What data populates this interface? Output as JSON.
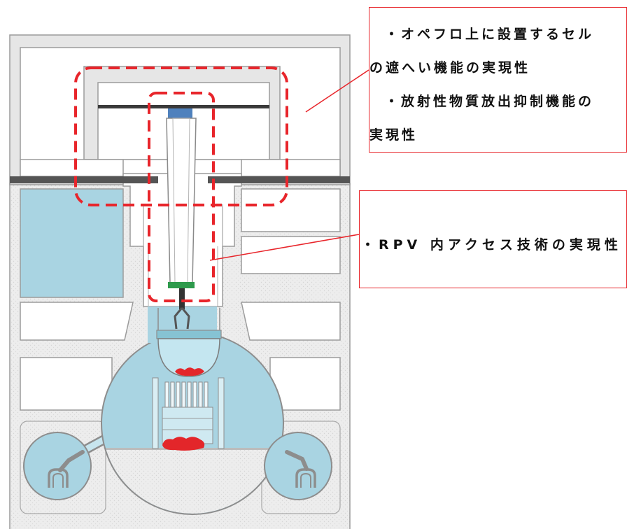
{
  "colors": {
    "highlight_red": "#e8252b",
    "water_blue": "#a9d4e2",
    "debris_red": "#e3262a",
    "mast_drive_blue": "#4f81bd",
    "end_effector_green": "#2e9a4c"
  },
  "callouts": [
    {
      "lines": [
        "・オペフロ上に設置するセル",
        "の遮へい機能の実現性",
        "・放射性物質放出抑制機能の",
        "実現性"
      ]
    },
    {
      "lines": [
        "・RPV 内アクセス技術の実現性"
      ]
    }
  ]
}
